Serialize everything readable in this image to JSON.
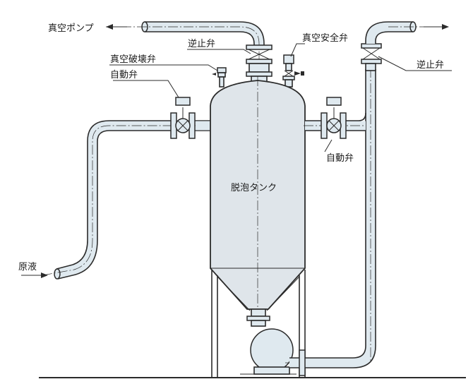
{
  "labels": {
    "vacuum_pump": "真空ポンプ",
    "check_valve_top": "逆止弁",
    "vacuum_safety_valve": "真空安全弁",
    "vacuum_breaker_valve": "真空破壊弁",
    "auto_valve_left": "自動弁",
    "auto_valve_right": "自動弁",
    "check_valve_right": "逆止弁",
    "defoam_tank": "脱泡タンク",
    "raw_liquid": "原液"
  },
  "colors": {
    "fill": "#dfe9ef",
    "stroke": "#2b2b2b"
  }
}
